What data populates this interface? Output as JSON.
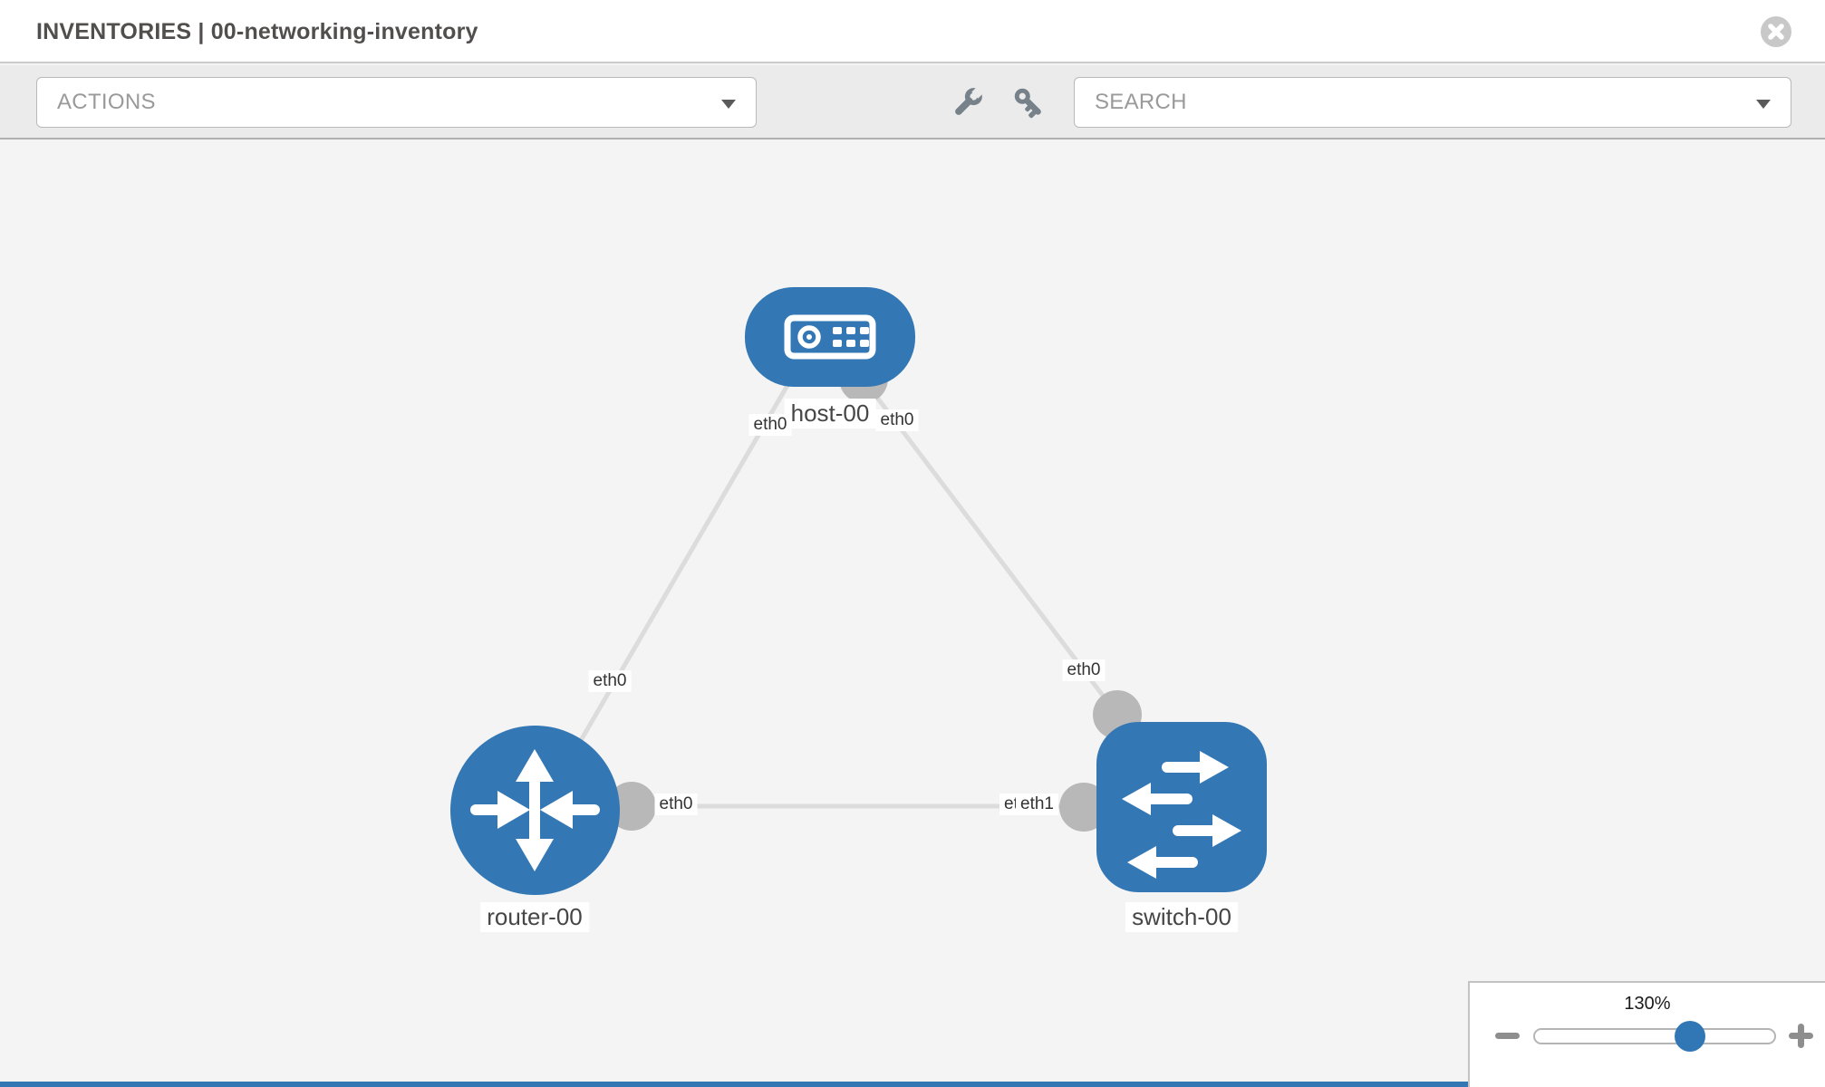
{
  "window": {
    "title": "INVENTORIES | 00-networking-inventory"
  },
  "toolbar": {
    "actions_label": "ACTIONS",
    "search_label": "SEARCH"
  },
  "canvas": {
    "nodes": [
      {
        "label": "host-00",
        "type": "host"
      },
      {
        "label": "router-00",
        "type": "router"
      },
      {
        "label": "switch-00",
        "type": "switch"
      }
    ],
    "links": [
      {
        "from": "host-00",
        "to": "router-00"
      },
      {
        "from": "host-00",
        "to": "switch-00"
      },
      {
        "from": "router-00",
        "to": "switch-00"
      }
    ],
    "interfaces": [
      {
        "link": "host-router",
        "end": "host",
        "label": "eth0"
      },
      {
        "link": "host-switch",
        "end": "host",
        "label": "eth0"
      },
      {
        "link": "host-router",
        "end": "router",
        "label": "eth0"
      },
      {
        "link": "host-switch",
        "end": "switch",
        "label": "eth0"
      },
      {
        "link": "router-switch",
        "end": "router",
        "label": "eth0"
      },
      {
        "link": "router-switch",
        "end": "switch",
        "label": "eth0"
      },
      {
        "link": "router-switch",
        "end": "switch",
        "label": "eth1"
      }
    ]
  },
  "zoom_control": {
    "level": "130%"
  },
  "icons": {
    "close": "circle-x",
    "wrench": "wrench",
    "key": "key",
    "dropdown_caret": "triangle-down",
    "zoom_out": "minus",
    "zoom_in": "plus"
  },
  "colors": {
    "node_blue": "#3377b4",
    "link_gray": "#dcdcdc",
    "port_gray": "#b8b8b8",
    "toolbar_gray": "#ebebeb"
  }
}
